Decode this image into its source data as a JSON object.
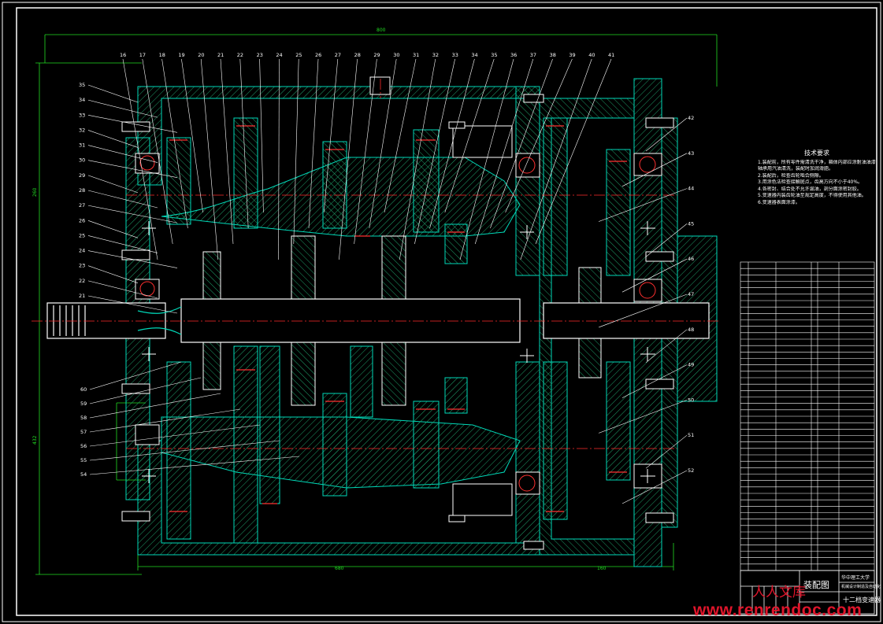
{
  "drawing": {
    "title_block": {
      "drawing_name": "装配图",
      "school": "华中理工大学",
      "dept": "机械设计制造及自动化",
      "project": "十二档变速器"
    },
    "tech_requirements": {
      "title": "技术要求",
      "lines": [
        "1.装配前，所有零件需清洗干净，箱体内部应涂耐油油漆。",
        "  轴承用汽油清洗，装配时加润滑脂。",
        "2.装配后，检查齿轮啮合侧隙。",
        "3.用涂色法检查接触斑点，齿高方向不小于40%。",
        "4.各密封、结合处不允许漏油，剖分面涂密封胶。",
        "5.变速器内装齿轮油至规定高度，不得使用其他油。",
        "6.变速器表面涂漆。"
      ]
    },
    "part_numbers_top": [
      "16",
      "17",
      "18",
      "19",
      "20",
      "21",
      "22",
      "23",
      "24",
      "25",
      "26",
      "27",
      "28",
      "29",
      "30",
      "31",
      "32",
      "33",
      "34",
      "35",
      "36",
      "37",
      "38",
      "39",
      "40",
      "41"
    ],
    "part_numbers_left": [
      "35",
      "34",
      "33",
      "32",
      "31",
      "30",
      "29",
      "28",
      "27",
      "26",
      "25",
      "24",
      "23",
      "22",
      "21"
    ],
    "part_numbers_left_bottom": [
      "60",
      "59",
      "58",
      "57",
      "56",
      "55",
      "54"
    ],
    "part_numbers_right": [
      "42",
      "43",
      "44",
      "45",
      "46",
      "47",
      "48",
      "49",
      "50",
      "51",
      "52"
    ],
    "dimensions": {
      "overall_width": "800",
      "bottom_left": "680",
      "bottom_right": "160",
      "height_upper": "260",
      "height_lower": "432"
    },
    "watermark_primary": "www.renrendoc.com",
    "watermark_secondary": "人人文库",
    "colors": {
      "background": "#000000",
      "outline": "#ffffff",
      "section": "#00e0c0",
      "hatch": "#20b070",
      "center": "#ff2020",
      "dimension": "#00ff00",
      "leader": "#ffffff"
    }
  }
}
